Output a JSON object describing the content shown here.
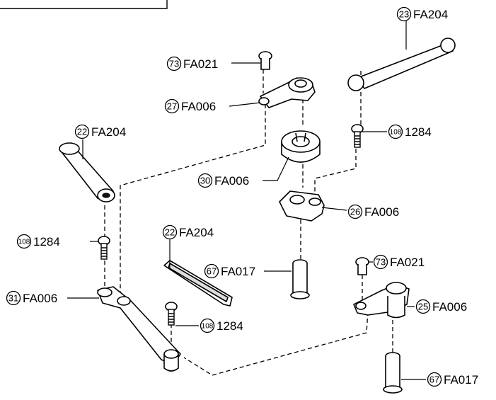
{
  "callouts": [
    {
      "number": "23",
      "code": "FA204"
    },
    {
      "number": "73",
      "code": "FA021"
    },
    {
      "number": "27",
      "code": "FA006"
    },
    {
      "number": "22",
      "code": "FA204"
    },
    {
      "number": "108",
      "code": "1284"
    },
    {
      "number": "30",
      "code": "FA006"
    },
    {
      "number": "26",
      "code": "FA006"
    },
    {
      "number": "108",
      "code": "1284"
    },
    {
      "number": "22",
      "code": "FA204"
    },
    {
      "number": "67",
      "code": "FA017"
    },
    {
      "number": "73",
      "code": "FA021"
    },
    {
      "number": "31",
      "code": "FA006"
    },
    {
      "number": "108",
      "code": "1284"
    },
    {
      "number": "25",
      "code": "FA006"
    },
    {
      "number": "67",
      "code": "FA017"
    }
  ]
}
